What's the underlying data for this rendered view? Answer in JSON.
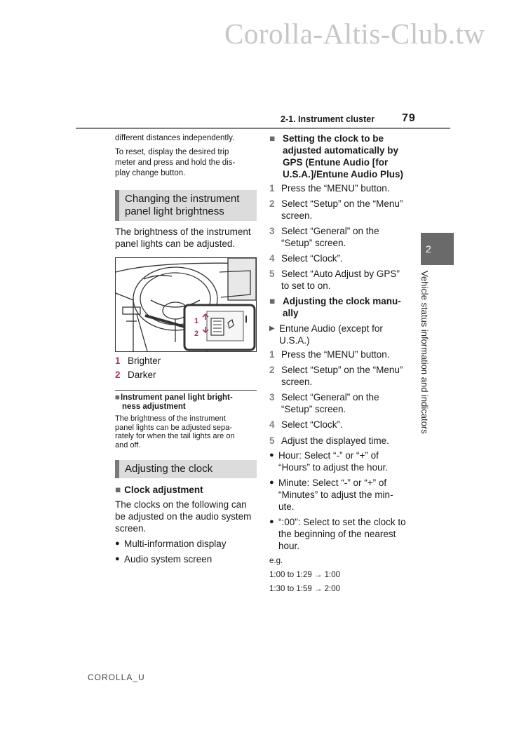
{
  "watermark": "Corolla-Altis-Club.tw",
  "header": {
    "section": "2-1. Instrument cluster",
    "page": "79"
  },
  "side_tab": {
    "number": "2",
    "label": "Vehicle status information and indicators"
  },
  "left": {
    "intro_line": "different distances independently.",
    "reset_text": [
      "To reset, display the desired trip",
      "meter and press and hold the dis-",
      "play change button."
    ],
    "section1_title": [
      "Changing the instrument",
      "panel light brightness"
    ],
    "section1_body": [
      "The brightness of the instrument",
      "panel lights can be adjusted."
    ],
    "illus_labels": [
      "1",
      "2"
    ],
    "legend": [
      {
        "num": "1",
        "label": "Brighter"
      },
      {
        "num": "2",
        "label": "Darker"
      }
    ],
    "note_title": [
      "Instrument panel light bright-",
      "ness adjustment"
    ],
    "note_body": [
      "The brightness of the instrument",
      "panel lights can be adjusted sepa-",
      "rately for when the tail lights are on",
      "and off."
    ],
    "section2_title": "Adjusting the clock",
    "clock_adjust_title": "Clock adjustment",
    "clock_adjust_body": [
      "The clocks on the following can",
      "be adjusted on the audio system",
      "screen."
    ],
    "bullets": [
      "Multi-information display",
      "Audio system screen"
    ]
  },
  "right": {
    "gps_title": [
      "Setting the clock to be",
      "adjusted automatically by",
      "GPS (Entune Audio [for",
      "U.S.A.]/Entune Audio Plus)"
    ],
    "gps_steps": [
      {
        "n": "1",
        "lines": [
          "Press the “MENU” button."
        ]
      },
      {
        "n": "2",
        "lines": [
          "Select “Setup” on the “Menu”",
          "screen."
        ]
      },
      {
        "n": "3",
        "lines": [
          "Select “General” on the",
          "“Setup” screen."
        ]
      },
      {
        "n": "4",
        "lines": [
          "Select “Clock”."
        ]
      },
      {
        "n": "5",
        "lines": [
          "Select “Auto Adjust by GPS”",
          "to set to on."
        ]
      }
    ],
    "manual_title": [
      "Adjusting the clock manu-",
      "ally"
    ],
    "entune_label": [
      "Entune Audio (except for",
      "U.S.A.)"
    ],
    "manual_steps": [
      {
        "n": "1",
        "lines": [
          "Press the “MENU” button."
        ]
      },
      {
        "n": "2",
        "lines": [
          "Select “Setup” on the “Menu”",
          "screen."
        ]
      },
      {
        "n": "3",
        "lines": [
          "Select “General” on the",
          "“Setup” screen."
        ]
      },
      {
        "n": "4",
        "lines": [
          "Select “Clock”."
        ]
      },
      {
        "n": "5",
        "lines": [
          "Adjust the displayed time."
        ]
      }
    ],
    "bullets": [
      [
        "Hour: Select “-” or “+” of",
        "“Hours” to adjust the hour."
      ],
      [
        "Minute: Select “-” or “+” of",
        "“Minutes” to adjust the min-",
        "ute."
      ],
      [
        "“:00”: Select to set the clock to",
        "the beginning of the nearest",
        "hour."
      ]
    ],
    "eg": "e.g.",
    "examples": [
      "1:00 to 1:29 → 1:00",
      "1:30 to 1:59 → 2:00"
    ]
  },
  "footer": "COROLLA_U"
}
